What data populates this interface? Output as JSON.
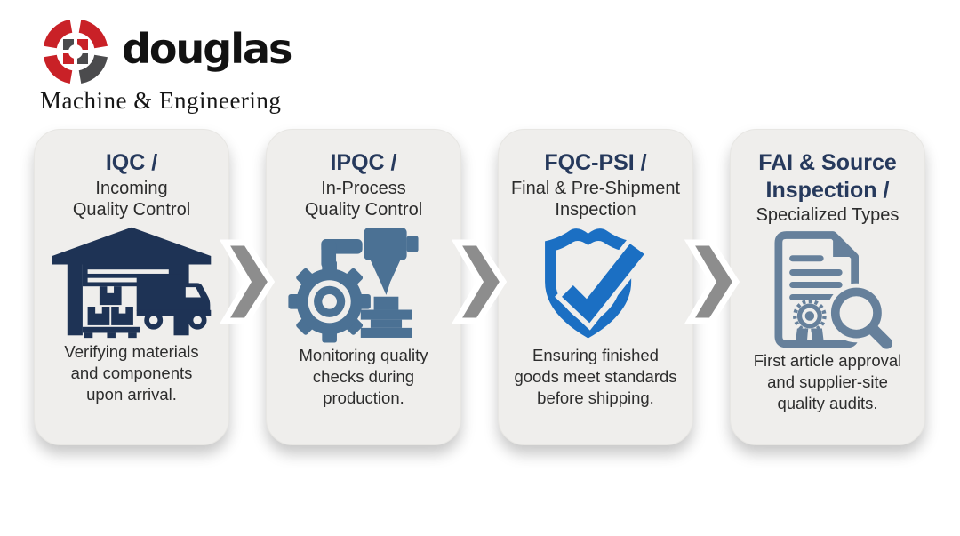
{
  "brand": {
    "name": "douglas",
    "subtitle": "Machine & Engineering",
    "logo_icon": "segmented-circle-mark"
  },
  "colors": {
    "card-bg": "#efeeec",
    "title-navy": "#26395c",
    "body-text": "#2d2d2d",
    "arrow-gray": "#8d8d8d",
    "logo-red": "#c92127",
    "logo-gray": "#4b4b4d",
    "icon-navy": "#1e3355",
    "icon-steel": "#4b7194",
    "icon-blue": "#1b6fc3",
    "icon-slate": "#66809b"
  },
  "cards": [
    {
      "title_bold": "IQC /",
      "title_rest": "Incoming\nQuality Control",
      "icon": "warehouse-truck-icon",
      "body": "Verifying materials\nand components\nupon arrival."
    },
    {
      "title_bold": "IPQC /",
      "title_rest": "In-Process\nQuality Control",
      "icon": "gear-milling-machine-icon",
      "body": "Monitoring quality\nchecks during\nproduction."
    },
    {
      "title_bold": "FQC-PSI /",
      "title_rest": "Final & Pre-Shipment\nInspection",
      "icon": "shield-checkmark-icon",
      "body": "Ensuring finished\ngoods meet standards\nbefore shipping."
    },
    {
      "title_bold": "FAI & Source\nInspection /",
      "title_rest": "Specialized Types",
      "icon": "certificate-magnifier-icon",
      "body": "First article approval\nand supplier-site\nquality audits."
    }
  ],
  "arrows": {
    "glyph": "chevron-right",
    "count": 3
  }
}
